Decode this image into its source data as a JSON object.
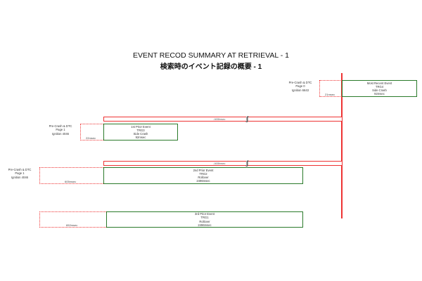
{
  "header": {
    "title": "EVENT RECOD SUMMARY AT RETRIEVAL - 1",
    "subtitle": "検索時のイベント記録の概要 - 1"
  },
  "colors": {
    "timeline_red": "#ee3333",
    "event_green": "#2a7a2a"
  },
  "events": [
    {
      "side_label": [
        "Pre-Crash & DTC",
        "Page 0",
        "Ignition 6643"
      ],
      "pre_duration": "21msec",
      "box_lines": [
        "Most Recent Event",
        "TRG4",
        "Side Crash",
        "92msec"
      ]
    },
    {
      "gap_label": "-1638msec",
      "side_label": [
        "Pre-Crash & DTC",
        "Page 1",
        "Ignition 4046"
      ],
      "pre_duration": "22msec",
      "box_lines": [
        "1st Prior Event",
        "TRG3",
        "Side Crash",
        "92msec"
      ]
    },
    {
      "gap_label": "-1638msec",
      "side_label": [
        "Pre-Crash & DTC",
        "Page 1",
        "Ignition 4046"
      ],
      "pre_duration": "605msec",
      "box_lines": [
        "2nd Prior Event",
        "TRG2",
        "Rollover",
        "2496msec"
      ]
    },
    {
      "pre_duration": "652msec",
      "box_lines": [
        "3rd Prior Event",
        "TRG1",
        "Rollover",
        "2496msec"
      ]
    }
  ]
}
